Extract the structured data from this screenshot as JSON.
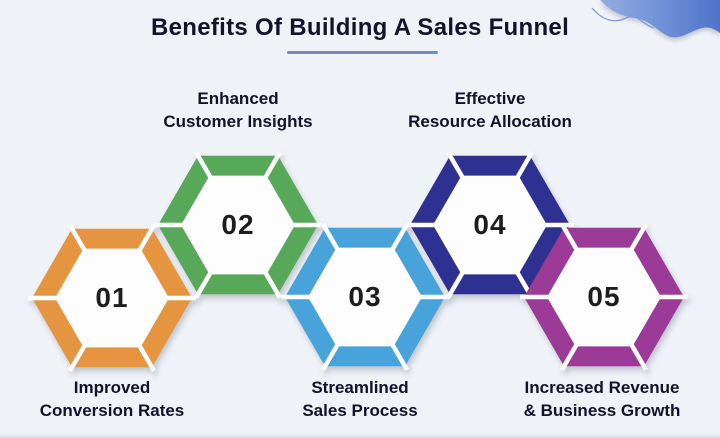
{
  "page": {
    "background_color": "#EFF2F7",
    "bottom_edge_color": "#DBDEE3"
  },
  "header": {
    "title": "Benefits Of Building A Sales Funnel",
    "title_color": "#131329",
    "underline_color": "#6E8FBE"
  },
  "decoration": {
    "corner_wave_icon": "blue wave blob, top-right corner",
    "fill_start": "#93ACE2",
    "fill_end": "#4E74CA",
    "line_color": "#7D9EDE"
  },
  "hexagons": [
    {
      "number": "01",
      "color": "#E5953F",
      "label_line1": "Improved",
      "label_line2": "Conversion Rates",
      "label_position": "below"
    },
    {
      "number": "02",
      "color": "#58A85A",
      "label_line1": "Enhanced",
      "label_line2": "Customer Insights",
      "label_position": "above"
    },
    {
      "number": "03",
      "color": "#47A3DA",
      "label_line1": "Streamlined",
      "label_line2": "Sales Process",
      "label_position": "below"
    },
    {
      "number": "04",
      "color": "#2E3191",
      "label_line1": "Effective",
      "label_line2": "Resource Allocation",
      "label_position": "above"
    },
    {
      "number": "05",
      "color": "#9C3A97",
      "label_line1": "Increased Revenue",
      "label_line2": "& Business Growth",
      "label_position": "below"
    }
  ],
  "text": {
    "number_color": "#1D1D1D",
    "label_color": "#12122A"
  }
}
